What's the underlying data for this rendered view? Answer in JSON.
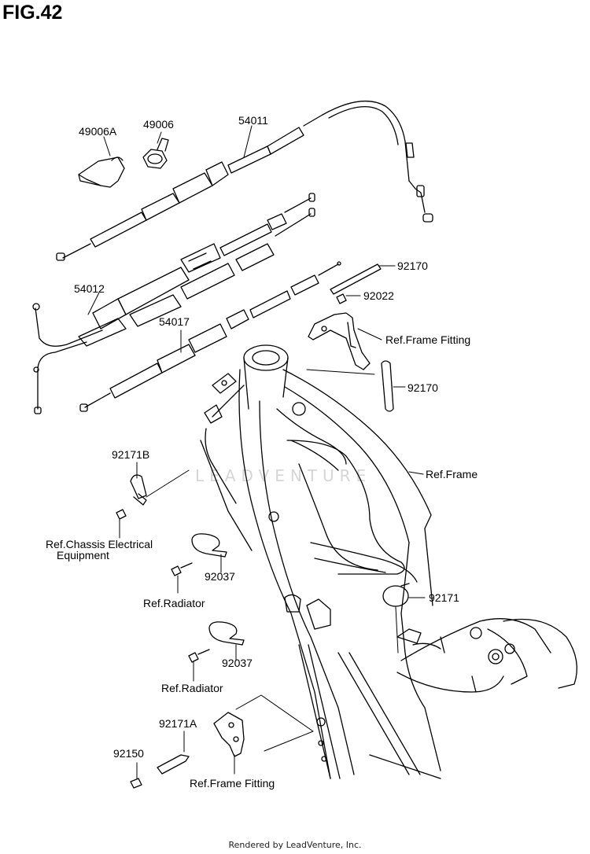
{
  "title": "FIG.42",
  "watermark": "LEADVENTURE",
  "footer": "Rendered by LeadVenture, Inc.",
  "callouts": {
    "c49006A": "49006A",
    "c49006": "49006",
    "c54011": "54011",
    "c54012": "54012",
    "c54017": "54017",
    "c92170a": "92170",
    "c92022": "92022",
    "refFrameFitting1": "Ref.Frame Fitting",
    "c92170b": "92170",
    "c92171B": "92171B",
    "refFrame": "Ref.Frame",
    "refChassis1": "Ref.Chassis Electrical",
    "refChassis2": "Equipment",
    "c92037a": "92037",
    "refRadiator1": "Ref.Radiator",
    "c92171": "92171",
    "c92037b": "92037",
    "refRadiator2": "Ref.Radiator",
    "c92171A": "92171A",
    "c92150": "92150",
    "refFrameFitting2": "Ref.Frame Fitting"
  }
}
